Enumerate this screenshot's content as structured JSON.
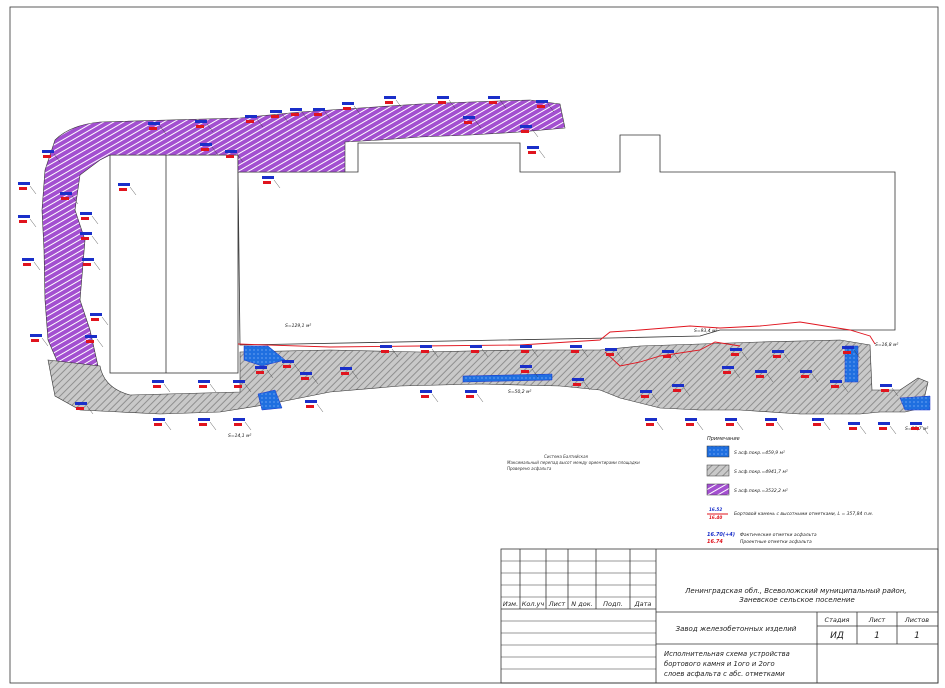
{
  "legend": {
    "title": "Примечание",
    "items": [
      {
        "label": "S асф.покр.=459,9 м²",
        "kind": "blue"
      },
      {
        "label": "S асф.покр.=4941,7 м²",
        "kind": "grey"
      },
      {
        "label": "S асф.покр.=3532,2 м²",
        "kind": "purple"
      }
    ],
    "curb_label": "Бортовой камень с высотными отметками, L = 357,84 п.м.",
    "curb_sample_top": "16.52",
    "curb_sample_bottom": "16.40",
    "fact_sample": "16.70(+4)",
    "fact_label": "Фактические отметки асфальта",
    "design_sample": "16.74",
    "design_label": "Проектные отметки асфальта"
  },
  "notes": {
    "title": "Система Балтийская",
    "line1": "Максимальный перепад высот между ориентирами площадки",
    "line2": "Проверено асфальта"
  },
  "area_labels": {
    "a1": "S=129,1 м²",
    "a2": "S=14,1 м²",
    "a3": "S=93,4 м²",
    "a4": "S=16,8 м²",
    "a5": "S=50,2 м²",
    "a6": "S=15,7 м²"
  },
  "title_block": {
    "headers": [
      "Изм.",
      "Кол.уч",
      "Лист",
      "N док.",
      "Подп.",
      "Дата"
    ],
    "location": "Ленинградская обл., Всеволожский муниципальный район, Заневское сельское поселение",
    "object": "Завод железобетонных изделий",
    "stage_header": "Стадия",
    "sheet_header": "Лист",
    "sheets_header": "Листов",
    "stage": "ИД",
    "sheet": "1",
    "sheets": "1",
    "drawing_title": "Исполнительная схема устройства бортового камня и 1ого и 2ого слоев асфальта с абс. отметками"
  },
  "colors": {
    "purple": "#a34fd0",
    "grey": "#bdbdbd",
    "blue": "#1f6fe0",
    "red": "#e0141e",
    "navy": "#1a2fc9"
  }
}
